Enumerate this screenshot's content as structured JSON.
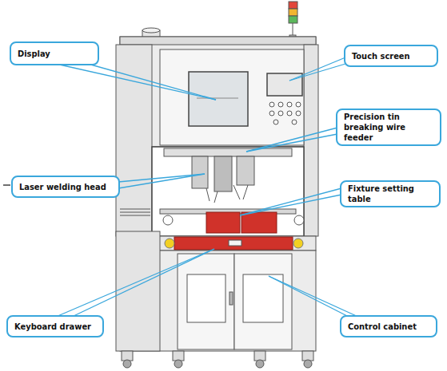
{
  "diagram": {
    "nodes": [
      {
        "text": [
          "Display"
        ]
      },
      {
        "text": [
          "Touch screen"
        ]
      },
      {
        "text": [
          "Precision tin breaking wire feeder"
        ]
      },
      {
        "text": [
          "Laser welding head"
        ]
      },
      {
        "text": [
          "Fixture setting table"
        ]
      },
      {
        "text": [
          "Keyboard drawer"
        ]
      },
      {
        "text": [
          "Control cabinet"
        ]
      }
    ]
  }
}
